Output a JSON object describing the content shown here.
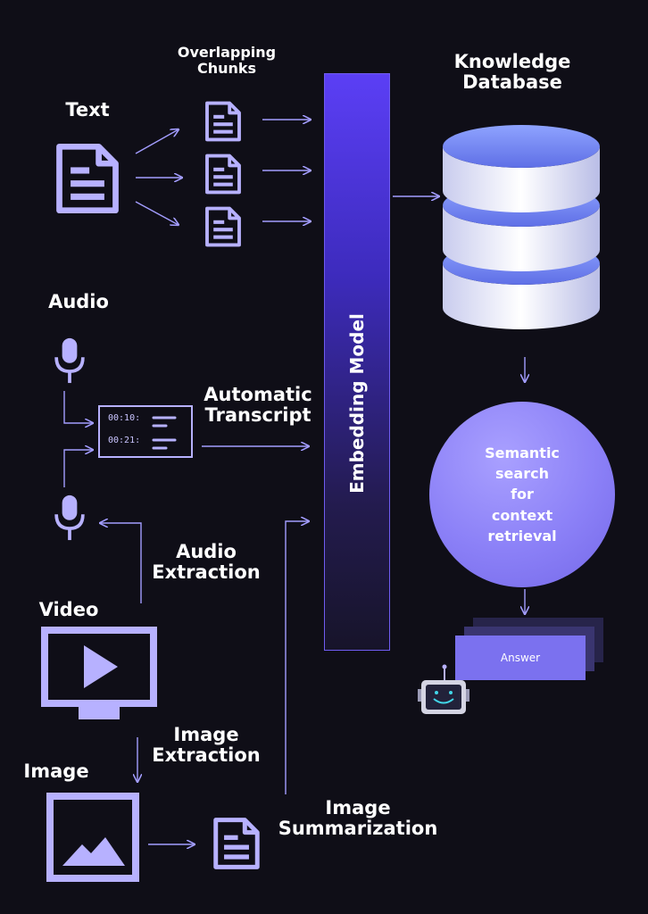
{
  "labels": {
    "overlapping_chunks": [
      "Overlapping",
      "Chunks"
    ],
    "knowledge_database": [
      "Knowledge",
      "Database"
    ],
    "text": "Text",
    "audio": "Audio",
    "automatic_transcript": [
      "Automatic",
      "Transcript"
    ],
    "audio_extraction": [
      "Audio",
      "Extraction"
    ],
    "video": "Video",
    "image_extraction": [
      "Image",
      "Extraction"
    ],
    "image": "Image",
    "image_summarization": [
      "Image",
      "Summarization"
    ],
    "embedding_model": "Embedding Model",
    "semantic_search": [
      "Semantic",
      "search",
      "for",
      "context",
      "retrieval"
    ],
    "answer": "Answer"
  },
  "transcript": {
    "timestamps": [
      "00:10:",
      "00:21:"
    ]
  },
  "colors": {
    "background": "#0f0e17",
    "icon_lavender": "#b7b1ff",
    "arrow": "#a39dff",
    "embedding_top": "#5b3ff5",
    "search_circle": "#8b80f7",
    "answer_card": "#7b71ef"
  },
  "icons": [
    "document-icon",
    "microphone-icon",
    "monitor-play-icon",
    "image-mountain-icon",
    "database-rings-icon",
    "robot-icon"
  ]
}
